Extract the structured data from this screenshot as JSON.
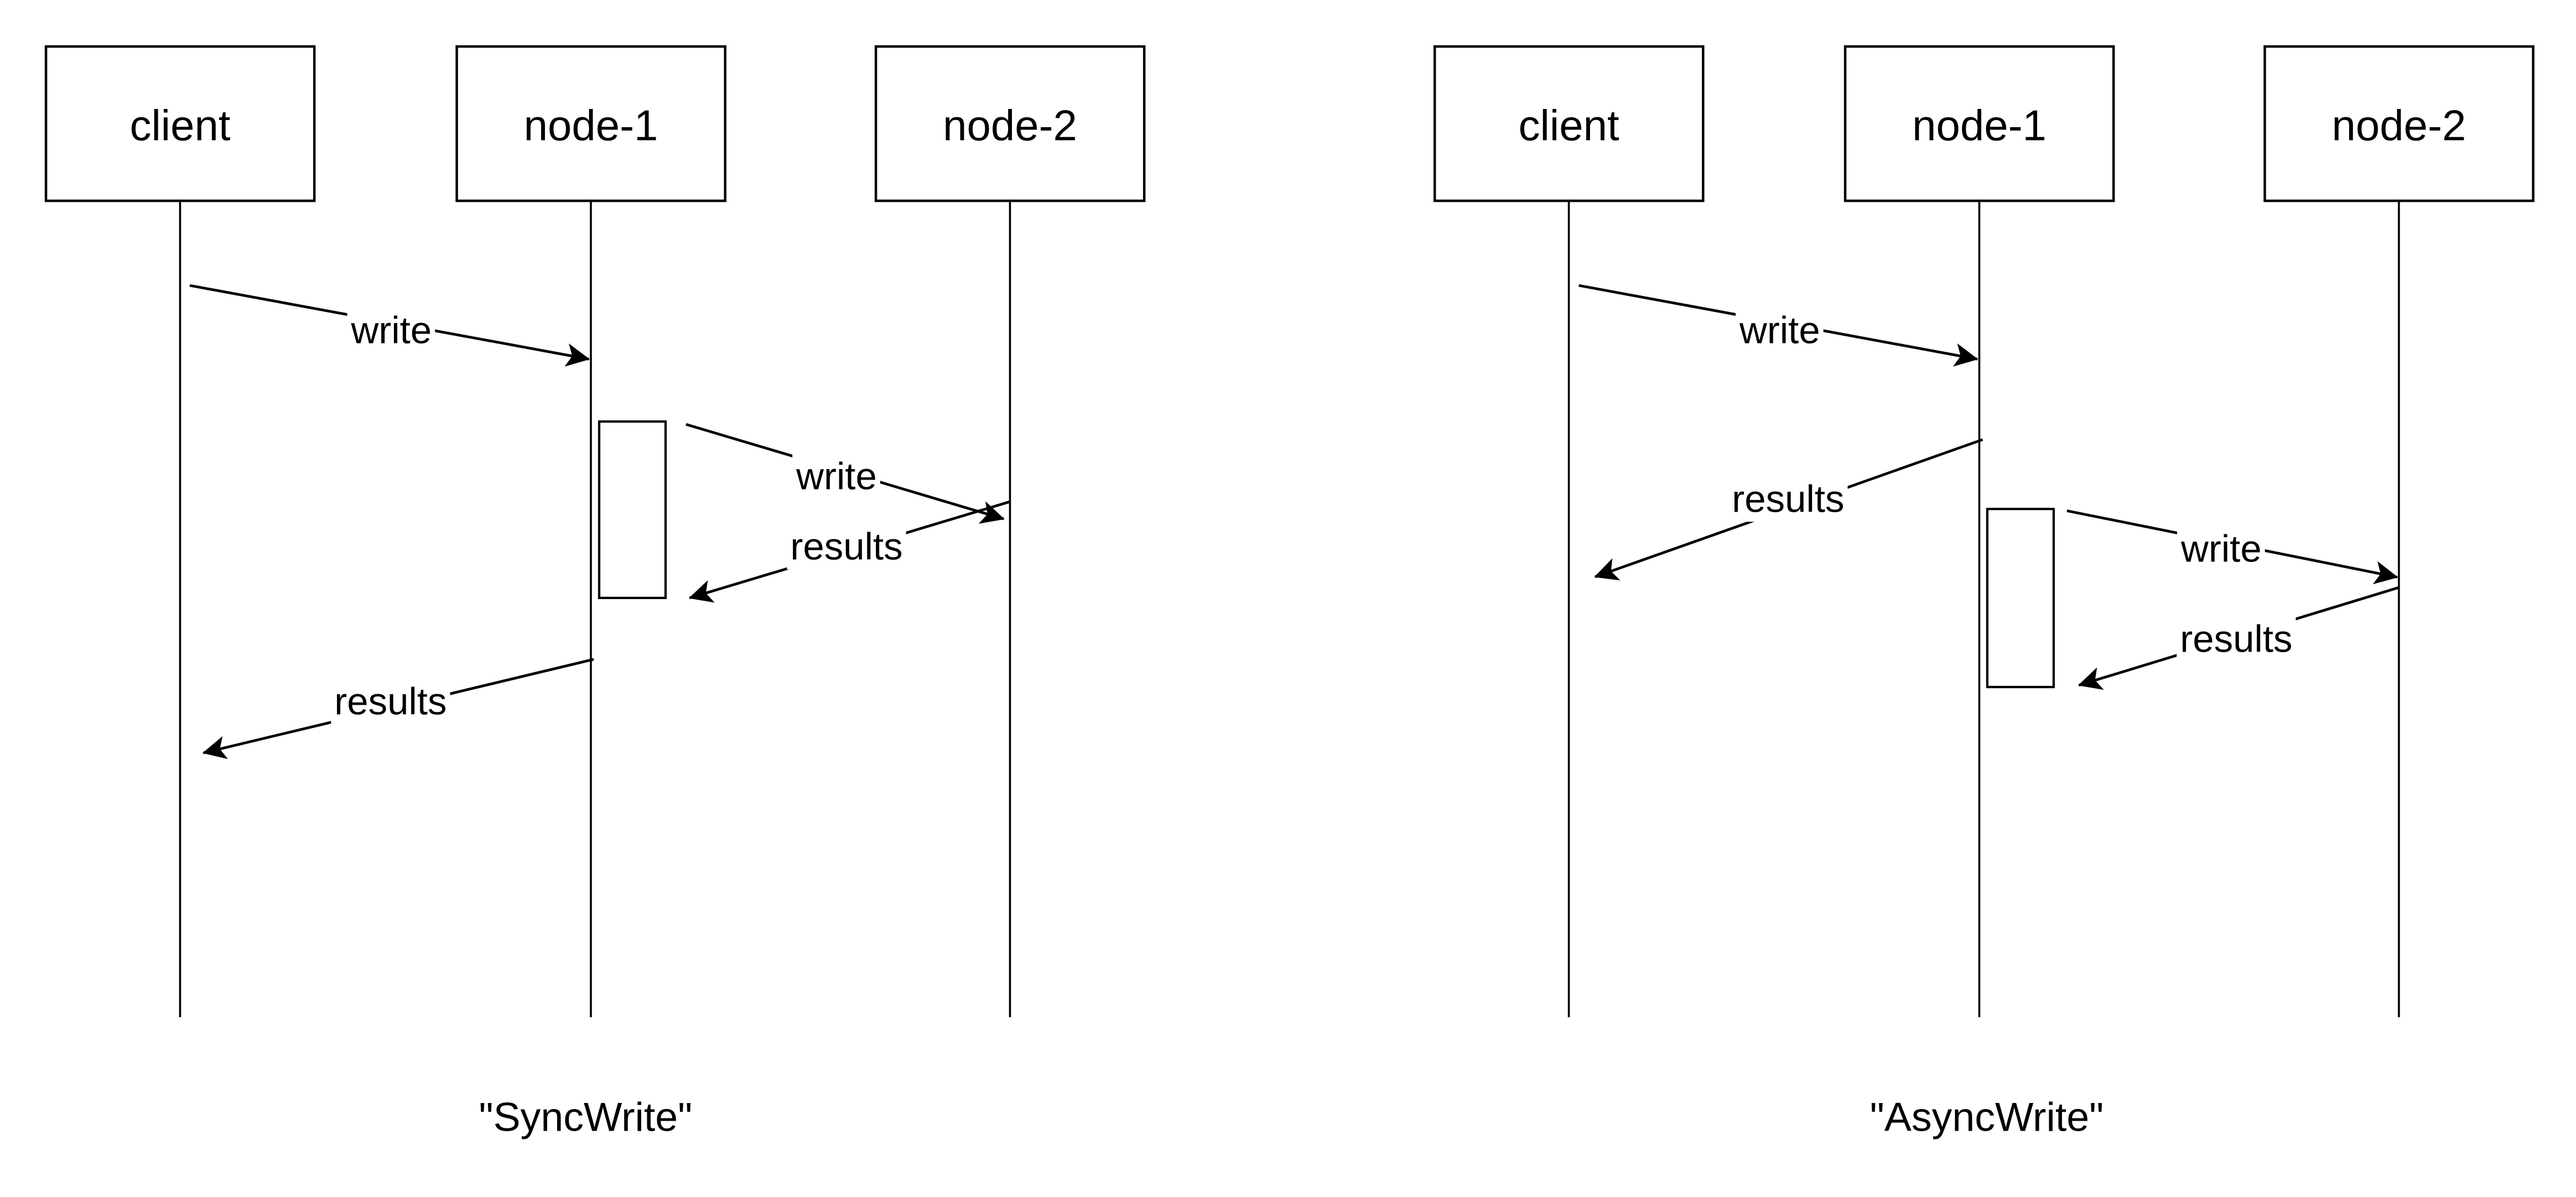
{
  "colors": {
    "background": "#ffffff",
    "stroke": "#000000",
    "text": "#000000"
  },
  "diagrams": [
    {
      "name": "left",
      "caption": "\"SyncWrite\"",
      "actors": [
        {
          "label": "client"
        },
        {
          "label": "node-1"
        },
        {
          "label": "node-2"
        }
      ],
      "messages": [
        {
          "label": "write",
          "from": "client",
          "to": "node-1"
        },
        {
          "label": "write",
          "from": "node-1",
          "to": "node-2"
        },
        {
          "label": "results",
          "from": "node-2",
          "to": "node-1"
        },
        {
          "label": "results",
          "from": "node-1",
          "to": "client"
        }
      ]
    },
    {
      "name": "right",
      "caption": "\"AsyncWrite\"",
      "actors": [
        {
          "label": "client"
        },
        {
          "label": "node-1"
        },
        {
          "label": "node-2"
        }
      ],
      "messages": [
        {
          "label": "write",
          "from": "client",
          "to": "node-1"
        },
        {
          "label": "results",
          "from": "node-1",
          "to": "client"
        },
        {
          "label": "write",
          "from": "node-1",
          "to": "node-2"
        },
        {
          "label": "results",
          "from": "node-2",
          "to": "node-1"
        }
      ]
    }
  ]
}
